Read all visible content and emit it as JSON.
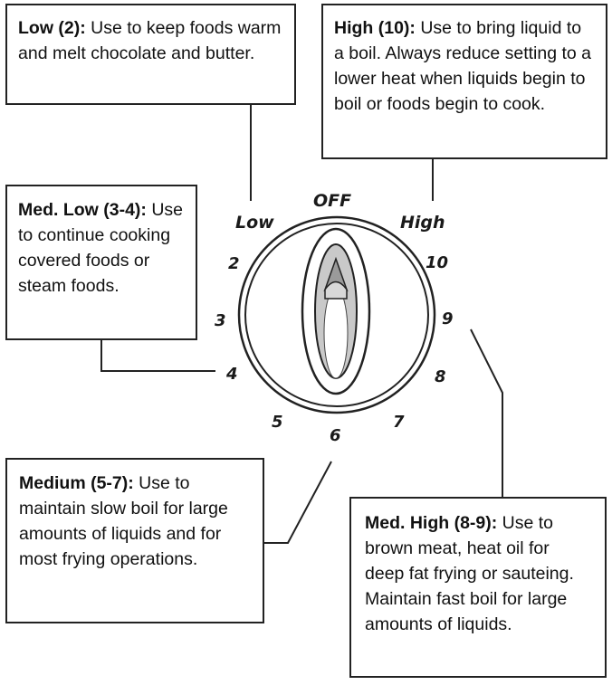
{
  "callouts": {
    "low": {
      "title": "Low (2):",
      "text": " Use to keep foods warm and melt chocolate and butter."
    },
    "high": {
      "title": "High (10):",
      "text": " Use to bring liquid to a boil. Always reduce setting to a lower heat when liquids begin to boil or foods begin to cook."
    },
    "medlow": {
      "title": "Med. Low (3-4):",
      "text": " Use to continue cooking covered foods or steam foods."
    },
    "medium": {
      "title": "Medium (5-7):",
      "text": " Use to maintain slow boil for large amounts of liquids and for most frying operations."
    },
    "medhigh": {
      "title": "Med. High (8-9):",
      "text": " Use to brown meat, heat oil for deep fat frying or sauteing. Maintain fast boil for large amounts of liquids."
    }
  },
  "dial": {
    "off": "OFF",
    "low": "Low",
    "high": "High",
    "n2": "2",
    "n3": "3",
    "n4": "4",
    "n5": "5",
    "n6": "6",
    "n7": "7",
    "n8": "8",
    "n9": "9",
    "n10": "10"
  }
}
